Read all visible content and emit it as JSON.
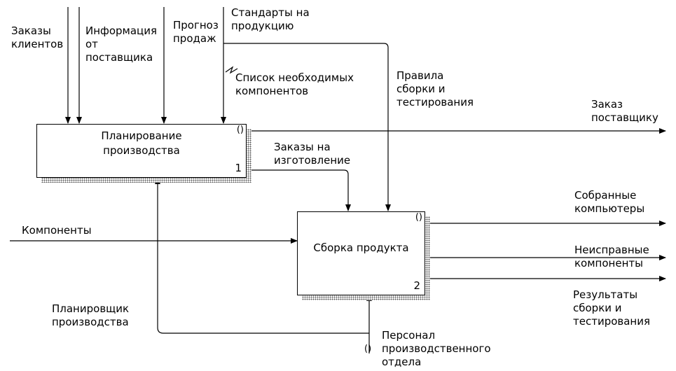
{
  "diagram": {
    "activities": [
      {
        "title": "Планирование\nпроизводства",
        "number": "1",
        "tunnel_mark": "()"
      },
      {
        "title": "Сборка продукта",
        "number": "2",
        "tunnel_mark": "()"
      }
    ],
    "labels": {
      "orders": "Заказы\nклиентов",
      "supplier_info": "Информация\nот\nпоставщика",
      "sales_forecast": "Прогноз\nпродаж",
      "product_standards": "Стандарты на\nпродукцию",
      "components_list": "Список необходимых\nкомпонентов",
      "assembly_rules": "Правила\nсборки и\nтестирования",
      "supplier_order": "Заказ\nпоставщику",
      "production_orders": "Заказы на\nизготовление",
      "assembled": "Собранные\nкомпьютеры",
      "defective": "Неисправные\nкомпоненты",
      "results": "Результаты\nсборки и\nтестирования",
      "components": "Компоненты",
      "planner": "Планировщик\nпроизводства",
      "staff": "Персонал\nпроизводственного\nотдела"
    },
    "colors": {
      "line": "#000000",
      "shadow": "#555555",
      "background": "#ffffff"
    }
  }
}
